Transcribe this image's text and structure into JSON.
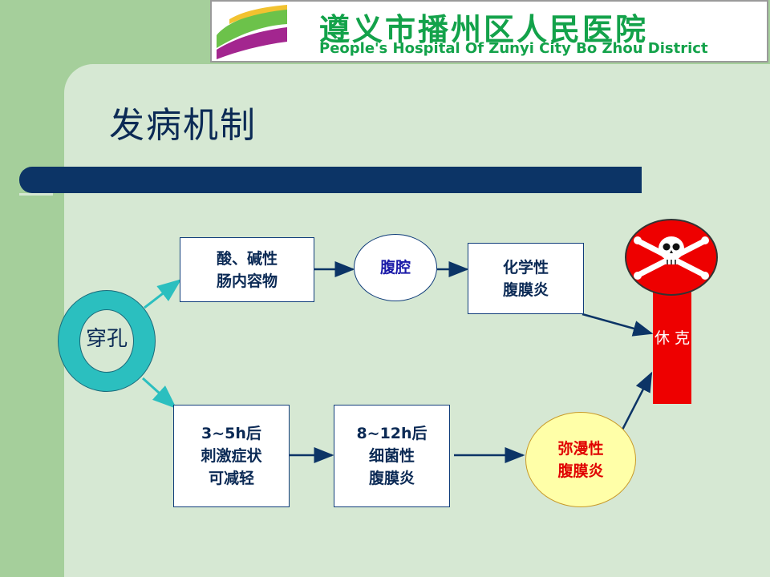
{
  "header": {
    "hospital_cn": "遵义市播州区人民医院",
    "hospital_en": "People's Hospital Of Zunyi City Bo Zhou District"
  },
  "title": "发病机制",
  "diagram": {
    "start": "穿孔",
    "top_row": {
      "contents": "酸、碱性\n肠内容物",
      "cavity": "腹腔",
      "chemical": "化学性\n腹膜炎"
    },
    "bottom_row": {
      "relief": "3~5h后\n刺激症状\n可减轻",
      "bacterial": "8~12h后\n细菌性\n腹膜炎",
      "diffuse": "弥漫性\n腹膜炎"
    },
    "end": "休\n克"
  },
  "colors": {
    "navy": "#0c3466",
    "ring": "#2bbfbf",
    "shock_red": "#ee0000",
    "diffuse_fill": "#ffffa8",
    "diffuse_text": "#e00000"
  }
}
